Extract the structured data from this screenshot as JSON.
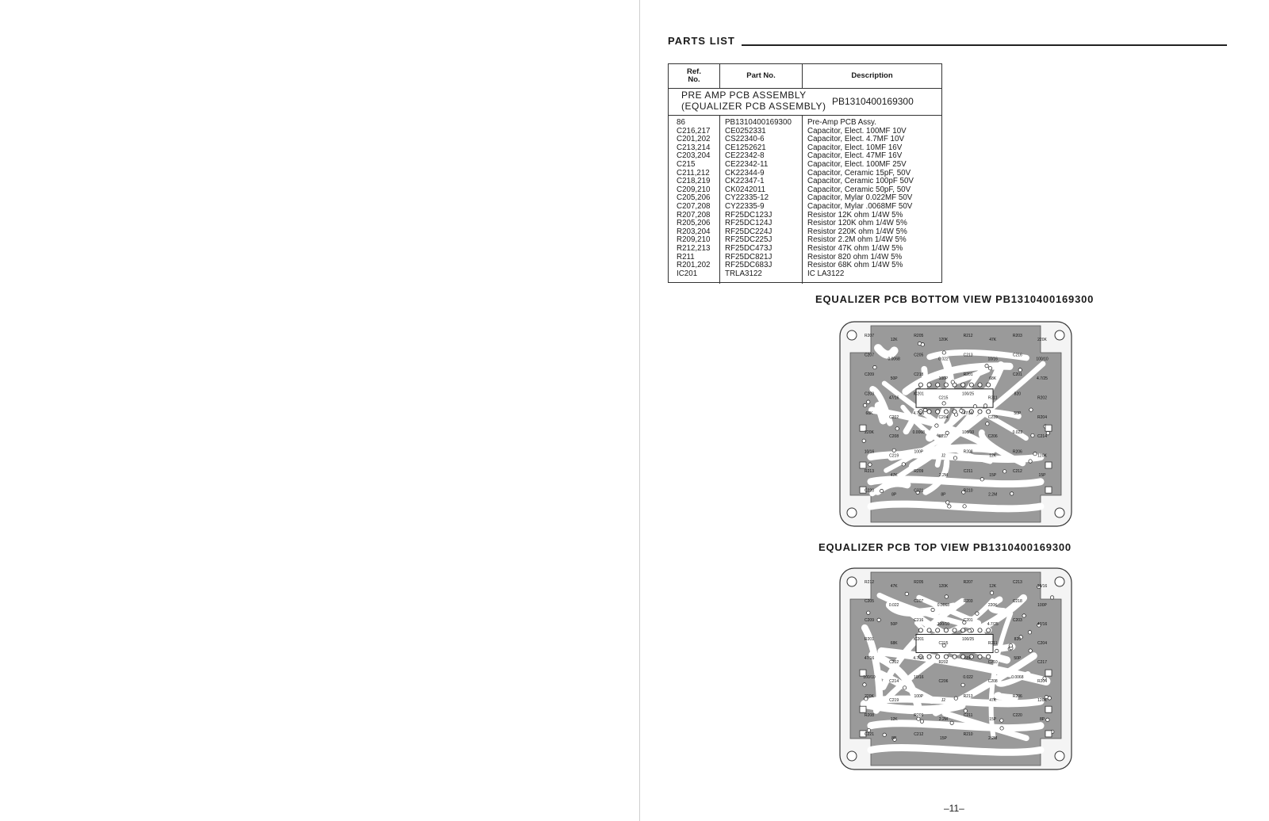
{
  "parts_list": {
    "title": "PARTS LIST",
    "headers": {
      "ref": "Ref.\nNo.",
      "part": "Part No.",
      "desc": "Description"
    },
    "assembly": {
      "name_line1": "PRE AMP PCB ASSEMBLY",
      "name_line2": "(EQUALIZER PCB ASSEMBLY)",
      "part_no": "PB1310400169300"
    },
    "rows": [
      {
        "ref": "86",
        "part": "PB1310400169300",
        "desc": "Pre-Amp PCB Assy."
      },
      {
        "ref": "C216,217",
        "part": "CE0252331",
        "desc": "Capacitor, Elect. 100MF 10V"
      },
      {
        "ref": "C201,202",
        "part": "CS22340-6",
        "desc": "Capacitor, Elect. 4.7MF 10V"
      },
      {
        "ref": "C213,214",
        "part": "CE1252621",
        "desc": "Capacitor, Elect. 10MF 16V"
      },
      {
        "ref": "C203,204",
        "part": "CE22342-8",
        "desc": "Capacitor, Elect. 47MF 16V"
      },
      {
        "ref": "C215",
        "part": "CE22342-11",
        "desc": "Capacitor, Elect. 100MF 25V"
      },
      {
        "ref": "C211,212",
        "part": "CK22344-9",
        "desc": "Capacitor, Ceramic 15pF, 50V"
      },
      {
        "ref": "C218,219",
        "part": "CK22347-1",
        "desc": "Capacitor, Ceramic 100pF 50V"
      },
      {
        "ref": "C209,210",
        "part": "CK0242011",
        "desc": "Capacitor, Ceramic 50pF, 50V"
      },
      {
        "ref": "C205,206",
        "part": "CY22335-12",
        "desc": "Capacitor, Mylar 0.022MF 50V"
      },
      {
        "ref": "C207,208",
        "part": "CY22335-9",
        "desc": "Capacitor, Mylar .0068MF 50V"
      },
      {
        "ref": "R207,208",
        "part": "RF25DC123J",
        "desc": "Resistor 12K ohm 1/4W 5%"
      },
      {
        "ref": "R205,206",
        "part": "RF25DC124J",
        "desc": "Resistor 120K ohm 1/4W 5%"
      },
      {
        "ref": "R203,204",
        "part": "RF25DC224J",
        "desc": "Resistor 220K ohm 1/4W 5%"
      },
      {
        "ref": "R209,210",
        "part": "RF25DC225J",
        "desc": "Resistor 2.2M ohm 1/4W 5%"
      },
      {
        "ref": "R212,213",
        "part": "RF25DC473J",
        "desc": "Resistor 47K ohm 1/4W 5%"
      },
      {
        "ref": "R211",
        "part": "RF25DC821J",
        "desc": "Resistor 820 ohm 1/4W 5%"
      },
      {
        "ref": "R201,202",
        "part": "RF25DC683J",
        "desc": "Resistor 68K ohm 1/4W 5%"
      },
      {
        "ref": "IC201",
        "part": "TRLA3122",
        "desc": "IC LA3122"
      }
    ]
  },
  "bottom_view": {
    "title": "EQUALIZER PCB BOTTOM VIEW  PB1310400169300",
    "labels": [
      "R207",
      "12K",
      "R205",
      "120K",
      "R212",
      "47K",
      "R203",
      "220K",
      "C207",
      "0.0068",
      "C205",
      "0.022",
      "C213",
      "10/16",
      "C216",
      "100/10",
      "C209",
      "50P",
      "C218",
      "100P",
      "R201",
      "68K",
      "C201",
      "4.7/25",
      "C203",
      "47/16",
      "IC201",
      "C215",
      "100/25",
      "R211",
      "820",
      "R202",
      "68K",
      "C202",
      "4.7/25",
      "C204",
      "47/16",
      "C210",
      "50P",
      "R204",
      "220K",
      "C208",
      "0.0068",
      "C217",
      "100/10",
      "C206",
      "0.022",
      "C214",
      "10/16",
      "C219",
      "100P",
      "J2",
      "R208",
      "12K",
      "R206",
      "120K",
      "R213",
      "47K",
      "R209",
      "2.2M",
      "C211",
      "15P",
      "C212",
      "15P",
      "C220",
      "8P",
      "C221",
      "8P",
      "R210",
      "2.2M"
    ]
  },
  "top_view": {
    "title": "EQUALIZER PCB TOP VIEW  PB1310400169300",
    "labels": [
      "R212",
      "47K",
      "R205",
      "120K",
      "R207",
      "12K",
      "C213",
      "10/16",
      "C205",
      "0.022",
      "C207",
      "0.0068",
      "R203",
      "220K",
      "C218",
      "100P",
      "C209",
      "50P",
      "C216",
      "100/10",
      "C201",
      "4.7/25",
      "C203",
      "47/16",
      "R201",
      "68K",
      "IC201",
      "C215",
      "100/25",
      "R211",
      "820",
      "C204",
      "47/16",
      "C202",
      "4.7/25",
      "R202",
      "68K",
      "C210",
      "50P",
      "C217",
      "100/10",
      "C214",
      "10/16",
      "C206",
      "0.022",
      "C208",
      "0.0068",
      "R204",
      "220K",
      "C219",
      "100P",
      "J2",
      "R213",
      "47K",
      "R206",
      "120K",
      "R208",
      "12K",
      "R209",
      "2.2M",
      "C211",
      "15P",
      "C220",
      "8P",
      "C221",
      "8P",
      "C212",
      "15P",
      "R210",
      "2.2M"
    ]
  },
  "page_number": "–11–"
}
